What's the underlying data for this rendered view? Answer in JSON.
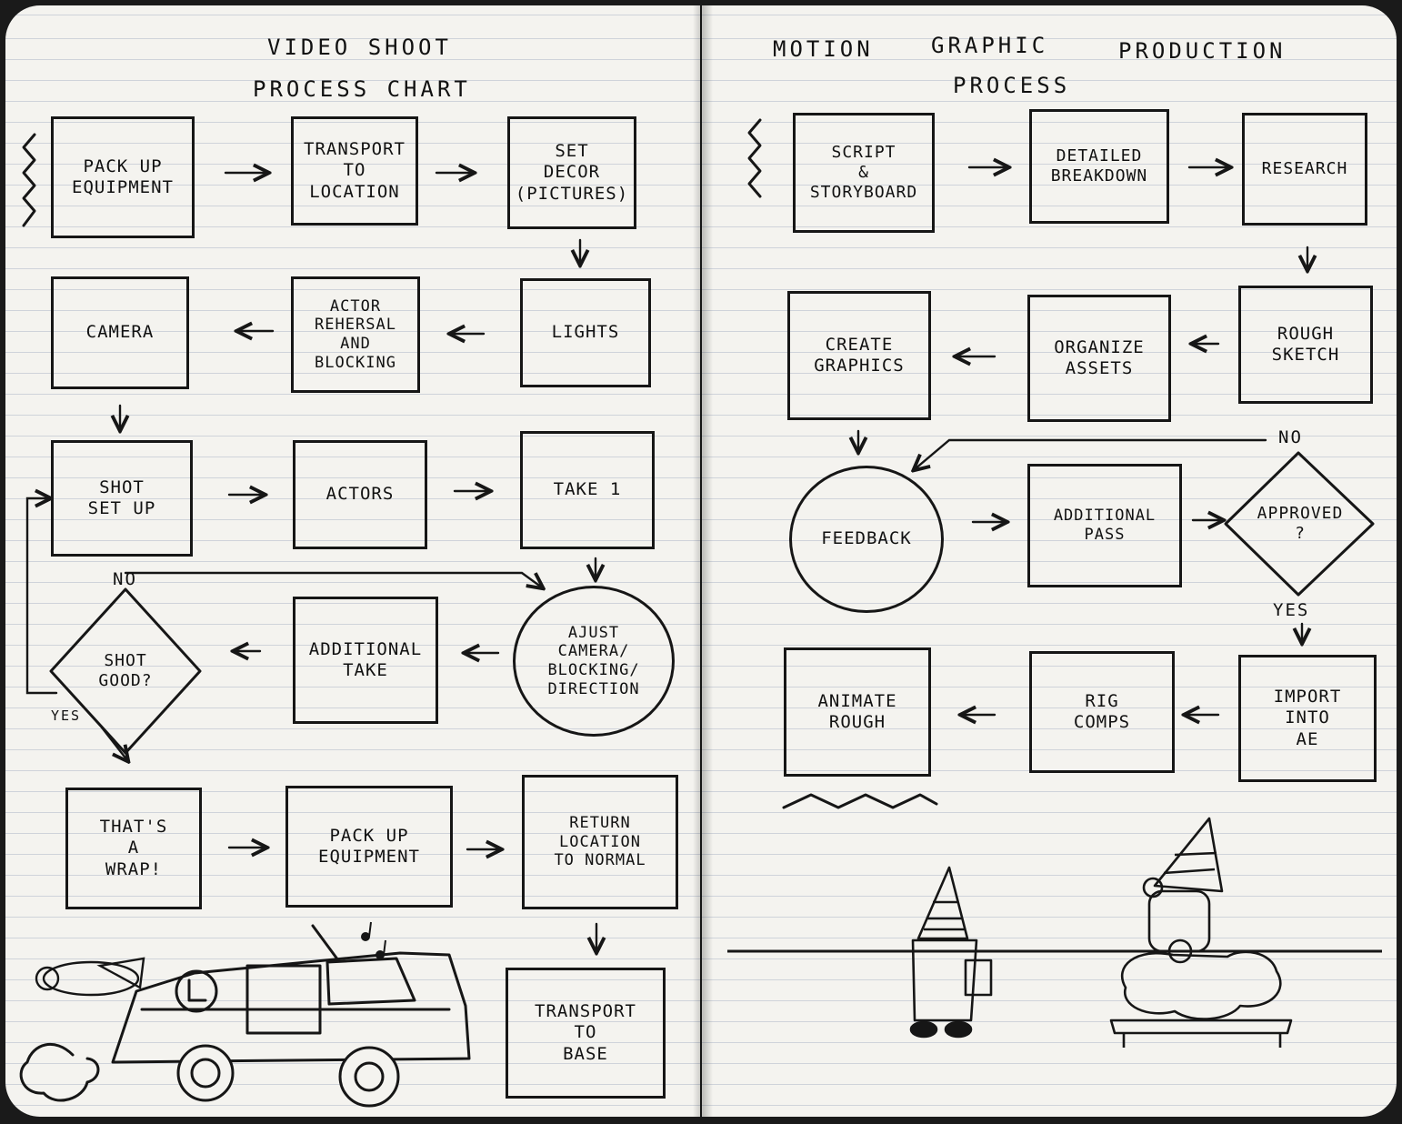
{
  "left_page": {
    "title": "VIDEO SHOOT",
    "subtitle": "PROCESS CHART",
    "nodes": {
      "pack_up_equipment": "PACK UP\nEQUIPMENT",
      "transport_to_location": "TRANSPORT\nTO\nLOCATION",
      "set_decor": "SET\nDECOR\n(PICTURES)",
      "camera": "CAMERA",
      "actor_rehersal": "ACTOR\nREHERSAL\nAND\nBLOCKING",
      "lights": "LIGHTS",
      "shot_set_up": "SHOT\nSET UP",
      "actors": "ACTORS",
      "take_1": "TAKE 1",
      "shot_good": "SHOT\nGOOD?",
      "additional_take": "ADDITIONAL\nTAKE",
      "ajust_camera": "AJUST\nCAMERA/\nBLOCKING/\nDIRECTION",
      "thats_a_wrap": "THAT'S\nA\nWRAP!",
      "pack_up_equipment_2": "PACK UP\nEQUIPMENT",
      "return_location": "RETURN\nLOCATION\nTO NORMAL",
      "transport_to_base": "TRANSPORT\nTO\nBASE"
    },
    "labels": {
      "no": "NO",
      "yes": "YES"
    }
  },
  "right_page": {
    "title_words": [
      "MOTION",
      "GRAPHIC",
      "PRODUCTION"
    ],
    "subtitle": "PROCESS",
    "nodes": {
      "script_storyboard": "SCRIPT\n&\nSTORYBOARD",
      "detailed_breakdown": "DETAILED\nBREAKDOWN",
      "research": "RESEARCH",
      "create_graphics": "CREATE\nGRAPHICS",
      "organize_assets": "ORGANIZE\nASSETS",
      "rough_sketch": "ROUGH\nSKETCH",
      "feedback": "FEEDBACK",
      "additional_pass": "ADDITIONAL\nPASS",
      "approved": "APPROVED\n?",
      "animate_rough": "ANIMATE\nROUGH",
      "rig_comps": "RIG\nCOMPS",
      "import_into_ae": "IMPORT\nINTO\nAE"
    },
    "labels": {
      "no": "NO",
      "yes": "YES"
    }
  }
}
